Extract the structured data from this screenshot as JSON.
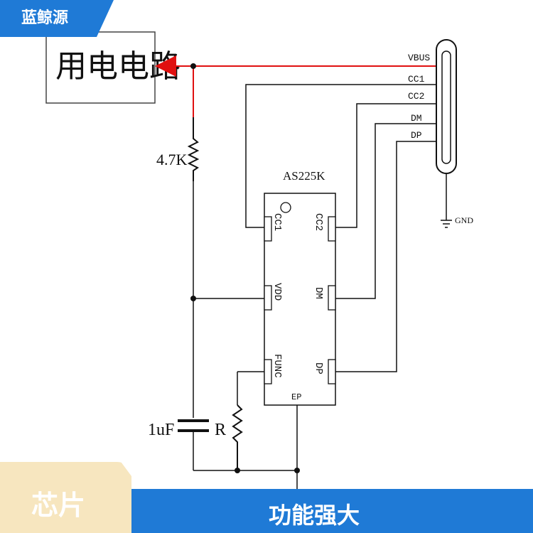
{
  "brand": {
    "name": "蓝鲸源"
  },
  "schematic": {
    "load_label": "用电电路",
    "chip_name": "AS225K",
    "resistor_value": "4.7K",
    "capacitor_value": "1uF",
    "resistor_r_label": "R",
    "connector_pins": [
      "VBUS",
      "CC1",
      "CC2",
      "DM",
      "DP"
    ],
    "gnd_label": "GND",
    "chip_pins_left": [
      "CC1",
      "VDD",
      "FUNC"
    ],
    "chip_pins_right": [
      "CC2",
      "DM",
      "DP"
    ],
    "ep_label": "EP",
    "colors": {
      "power_line": "#e01010",
      "wire": "#111111"
    }
  },
  "footer": {
    "tag": "芯片",
    "slogan": "功能强大"
  }
}
